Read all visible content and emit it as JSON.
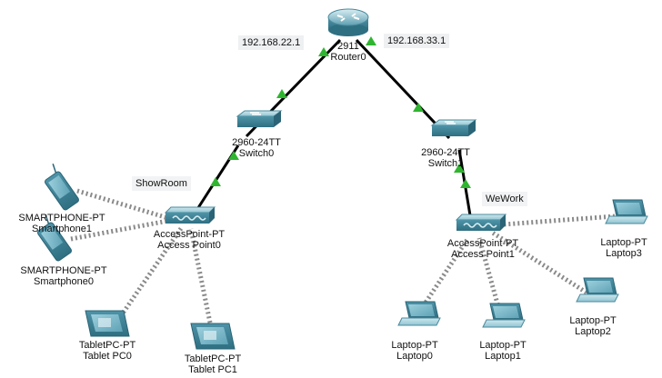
{
  "colors": {
    "link": "#000000",
    "wireless": "#8a8a8a",
    "status_up": "#2fb52f",
    "device_teal": "#3d8fa6",
    "device_light": "#bfe3ea"
  },
  "links": {
    "router_left_ip": "192.168.22.1",
    "router_right_ip": "192.168.33.1"
  },
  "areas": {
    "left": "ShowRoom",
    "right": "WeWork"
  },
  "devices": {
    "router0": {
      "model": "2911",
      "name": "Router0",
      "icon": "router-icon"
    },
    "switch0": {
      "model": "2960-24TT",
      "name": "Switch0",
      "icon": "switch-icon"
    },
    "switch1": {
      "model": "2960-24TT",
      "name": "Switch1",
      "icon": "switch-icon"
    },
    "ap0": {
      "model": "AccessPoint-PT",
      "name": "Access Point0",
      "icon": "access-point-icon"
    },
    "ap1": {
      "model": "AccessPoint-PT",
      "name": "Access Point1",
      "icon": "access-point-icon"
    },
    "smartphone1": {
      "model": "SMARTPHONE-PT",
      "name": "Smartphone1",
      "icon": "smartphone-icon"
    },
    "smartphone0": {
      "model": "SMARTPHONE-PT",
      "name": "Smartphone0",
      "icon": "smartphone-icon"
    },
    "tablet0": {
      "model": "TabletPC-PT",
      "name": "Tablet PC0",
      "icon": "tablet-icon"
    },
    "tablet1": {
      "model": "TabletPC-PT",
      "name": "Tablet PC1",
      "icon": "tablet-icon"
    },
    "laptop0": {
      "model": "Laptop-PT",
      "name": "Laptop0",
      "icon": "laptop-icon"
    },
    "laptop1": {
      "model": "Laptop-PT",
      "name": "Laptop1",
      "icon": "laptop-icon"
    },
    "laptop2": {
      "model": "Laptop-PT",
      "name": "Laptop2",
      "icon": "laptop-icon"
    },
    "laptop3": {
      "model": "Laptop-PT",
      "name": "Laptop3",
      "icon": "laptop-icon"
    }
  }
}
